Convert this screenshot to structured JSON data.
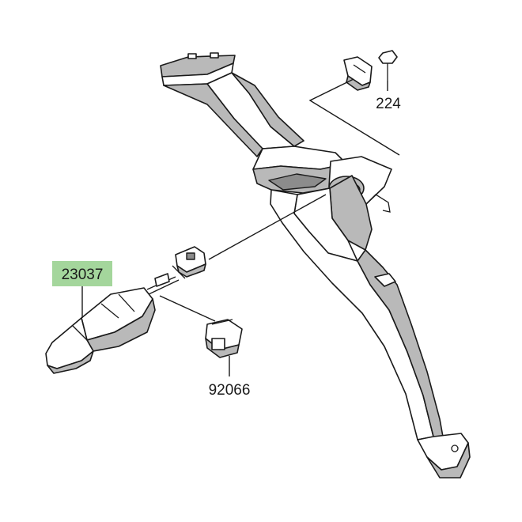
{
  "part_labels": {
    "bracket_bolt": "224",
    "turn_signal": "23037",
    "connector_clip": "92066"
  },
  "colors": {
    "highlight": "#a4d69c",
    "line": "#1a1a1a",
    "shade": "#b9b9b9"
  }
}
